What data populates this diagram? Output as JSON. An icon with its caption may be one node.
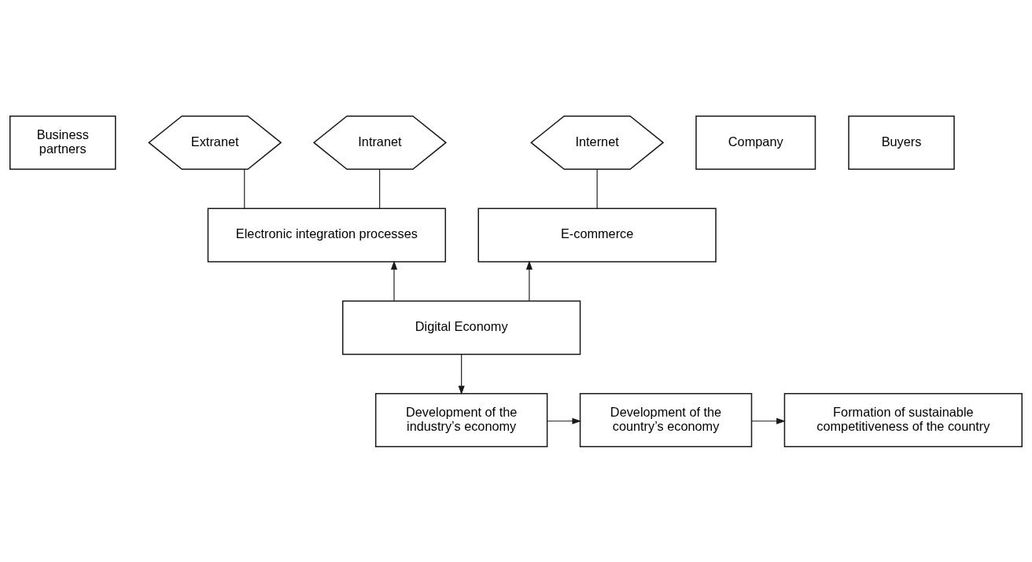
{
  "diagram": {
    "nodes": [
      {
        "text": [
          "Business partners"
        ]
      },
      {
        "text": [
          "Extranet"
        ]
      },
      {
        "text": [
          "Company"
        ]
      },
      {
        "text": [
          "Internet"
        ]
      },
      {
        "text": [
          "Buyers"
        ]
      },
      {
        "text": [
          "Intranet"
        ]
      },
      {
        "text": [
          "Electronic integration processes"
        ]
      },
      {
        "text": [
          "E-commerce"
        ]
      },
      {
        "text": [
          "Digital Economy"
        ]
      },
      {
        "text": [
          "Development of the industry’s economy"
        ]
      },
      {
        "text": [
          "Development of the country’s economy"
        ]
      },
      {
        "text": [
          "Formation of sustainable competitiveness of the country"
        ]
      }
    ],
    "edges": [
      {
        "from": 1,
        "to": 6,
        "arrow": "none"
      },
      {
        "from": 5,
        "to": 6,
        "arrow": "none"
      },
      {
        "from": 3,
        "to": 7,
        "arrow": "none"
      },
      {
        "from": 8,
        "to": 6,
        "arrow": "to"
      },
      {
        "from": 8,
        "to": 7,
        "arrow": "to"
      },
      {
        "from": 8,
        "to": 9,
        "arrow": "to"
      },
      {
        "from": 9,
        "to": 10,
        "arrow": "to"
      },
      {
        "from": 10,
        "to": 11,
        "arrow": "to"
      }
    ]
  }
}
